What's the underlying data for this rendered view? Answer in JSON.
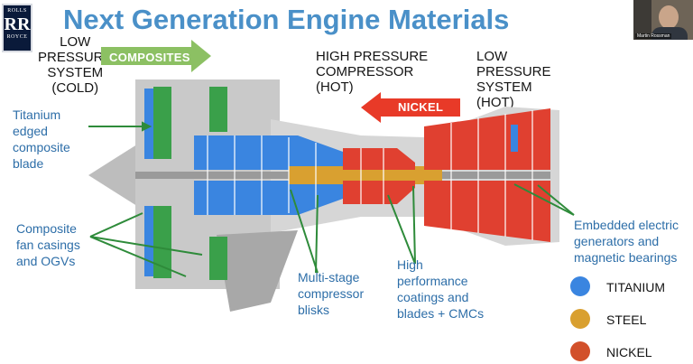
{
  "header": {
    "title": "Next Generation Engine Materials",
    "logo_text_top": "ROLLS",
    "logo_monogram": "RR",
    "logo_text_bottom": "ROYCE"
  },
  "video": {
    "participant_name": "Martin Rossman"
  },
  "sections": {
    "low_pressure_cold": [
      "LOW",
      "PRESSURE",
      "SYSTEM",
      "(COLD)"
    ],
    "high_pressure": [
      "HIGH PRESSURE",
      "COMPRESSOR",
      "(HOT)"
    ],
    "low_pressure_hot": [
      "LOW",
      "PRESSURE",
      "SYSTEM",
      "(HOT)"
    ]
  },
  "arrows": {
    "composites": "COMPOSITES",
    "nickel": "NICKEL"
  },
  "annotations": {
    "titanium_blade": [
      "Titanium",
      "edged",
      "composite",
      "blade"
    ],
    "fan_casings": [
      "Composite",
      "fan casings",
      "and OGVs"
    ],
    "blisks": [
      "Multi-stage",
      "compressor",
      "blisks"
    ],
    "coatings": [
      "High",
      "performance",
      "coatings and",
      "blades + CMCs"
    ],
    "generators": [
      "Embedded electric",
      "generators and",
      "magnetic bearings"
    ]
  },
  "legend": [
    {
      "label": "TITANIUM",
      "color": "#3a85e0"
    },
    {
      "label": "STEEL",
      "color": "#d9a030"
    },
    {
      "label": "NICKEL",
      "color": "#d2502a"
    }
  ],
  "colors": {
    "title": "#4a90c8",
    "annotation_text": "#2d6ea8",
    "composite_green": "#3aa04a",
    "titanium_blue": "#3a85e0",
    "nickel_red": "#e04030",
    "steel_gold": "#d9a030",
    "pointer_green": "#2e8b3a"
  }
}
